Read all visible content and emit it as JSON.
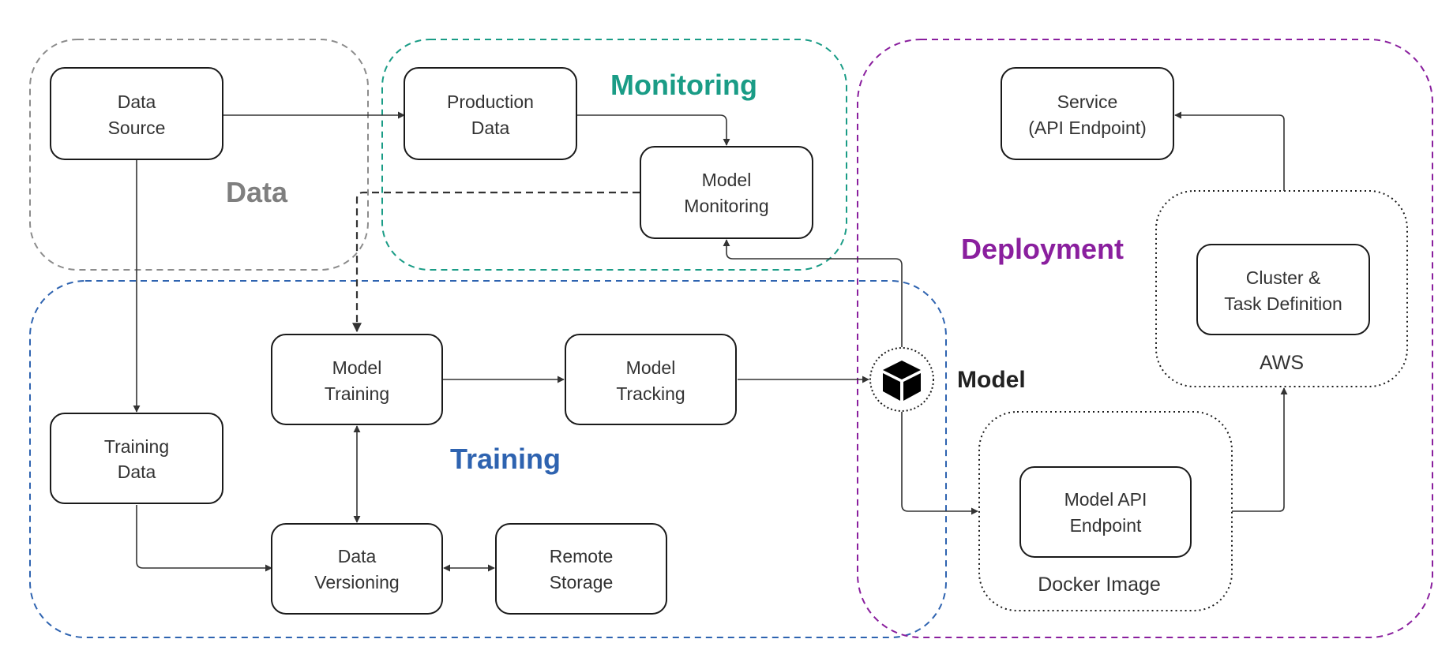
{
  "regions": {
    "data": {
      "title": "Data",
      "color": "#7f7f7f"
    },
    "monitoring": {
      "title": "Monitoring",
      "color": "#1a9c86"
    },
    "training": {
      "title": "Training",
      "color": "#2e63b0"
    },
    "deployment": {
      "title": "Deployment",
      "color": "#8a1f9e"
    }
  },
  "nodes": {
    "data_source": {
      "line1": "Data",
      "line2": "Source"
    },
    "production_data": {
      "line1": "Production",
      "line2": "Data"
    },
    "model_monitoring": {
      "line1": "Model",
      "line2": "Monitoring"
    },
    "model_training": {
      "line1": "Model",
      "line2": "Training"
    },
    "model_tracking": {
      "line1": "Model",
      "line2": "Tracking"
    },
    "training_data": {
      "line1": "Training",
      "line2": "Data"
    },
    "data_versioning": {
      "line1": "Data",
      "line2": "Versioning"
    },
    "remote_storage": {
      "line1": "Remote",
      "line2": "Storage"
    },
    "service": {
      "line1": "Service",
      "line2": "(API Endpoint)"
    },
    "cluster_task": {
      "line1": "Cluster &",
      "line2": "Task Definition"
    },
    "model_api": {
      "line1": "Model API",
      "line2": "Endpoint"
    }
  },
  "groups": {
    "aws": "AWS",
    "docker": "Docker Image"
  },
  "model_label": "Model",
  "icons": {
    "model": "cube-icon"
  }
}
